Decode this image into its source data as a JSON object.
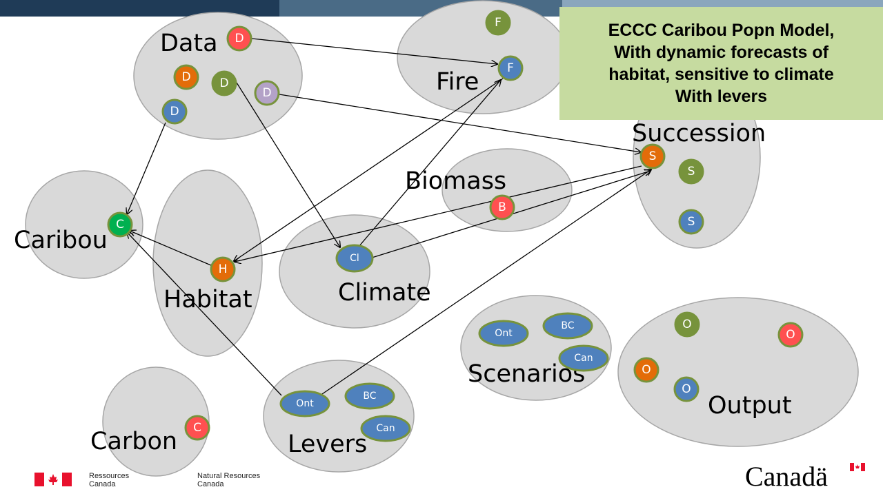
{
  "title_lines": [
    "ECCC Caribou Popn Model,",
    "With dynamic forecasts of",
    "habitat, sensitive to climate",
    "With levers"
  ],
  "groups": {
    "data": "Data",
    "fire": "Fire",
    "succession": "Succession",
    "biomass": "Biomass",
    "caribou": "Caribou",
    "habitat": "Habitat",
    "climate": "Climate",
    "scenarios": "Scenarios",
    "output": "Output",
    "carbon": "Carbon",
    "levers": "Levers"
  },
  "nodes": {
    "data_red": "D",
    "data_orange": "D",
    "data_green": "D",
    "data_purple": "D",
    "data_blue": "D",
    "fire_green": "F",
    "fire_blue": "F",
    "succ_orange": "S",
    "succ_green": "S",
    "succ_blue": "S",
    "biomass_red": "B",
    "caribou_green": "C",
    "habitat_orange": "H",
    "climate_blue": "Cl",
    "scen_ont": "Ont",
    "scen_bc": "BC",
    "scen_can": "Can",
    "out_green": "O",
    "out_red": "O",
    "out_orange": "O",
    "out_blue": "O",
    "carbon_red": "C",
    "lev_ont": "Ont",
    "lev_bc": "BC",
    "lev_can": "Can"
  },
  "footer": {
    "dept_fr": [
      "Ressources",
      "Canada"
    ],
    "dept_en": [
      "Natural Resources",
      "Canada"
    ],
    "wordmark": "Canadä"
  },
  "colors": {
    "group_fill": "#d9d9d9",
    "group_stroke": "#a6a6a6",
    "node_stroke": "#77933c",
    "red": "#ff5050",
    "orange": "#e36c09",
    "green": "#77933c",
    "purple": "#b3a2c7",
    "blue": "#4f81bd",
    "bright_green": "#00b050",
    "title_bg": "#c6dba0",
    "flag_red": "#e8112d"
  }
}
